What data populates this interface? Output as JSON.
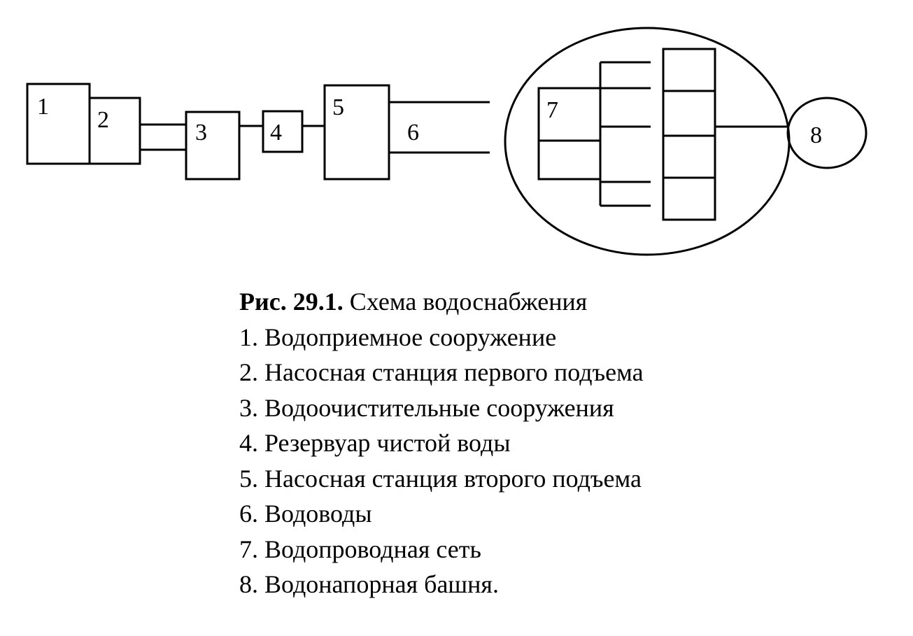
{
  "diagram": {
    "nodes": [
      {
        "id": "1",
        "label": "1"
      },
      {
        "id": "2",
        "label": "2"
      },
      {
        "id": "3",
        "label": "3"
      },
      {
        "id": "4",
        "label": "4"
      },
      {
        "id": "5",
        "label": "5"
      },
      {
        "id": "6",
        "label": "6"
      },
      {
        "id": "7",
        "label": "7"
      },
      {
        "id": "8",
        "label": "8"
      }
    ]
  },
  "caption": {
    "prefix": "Рис. 29.1.",
    "title": " Схема водоснабжения",
    "items": [
      "1. Водоприемное сооружение",
      "2. Насосная станция первого подъема",
      "3. Водоочистительные сооружения",
      "4. Резервуар чистой воды",
      "5. Насосная станция второго подъема",
      "6. Водоводы",
      "7. Водопроводная сеть",
      "8. Водонапорная башня."
    ]
  }
}
